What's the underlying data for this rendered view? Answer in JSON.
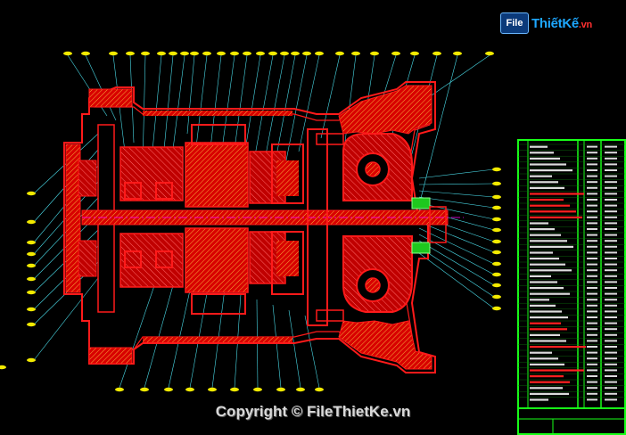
{
  "logo": {
    "badge": "File",
    "name": "ThiếtKế",
    "tld": ".vn"
  },
  "watermark": "Copyright © FileThietKe.vn",
  "colors": {
    "background": "#000000",
    "part": "#ff1010",
    "hatch": "#ffd84a",
    "leader": "#49d9e6",
    "balloon": "#f2ea00",
    "table": "#18ff18",
    "axis": "#ff00ff"
  },
  "title_block_name": "parts-list-table"
}
